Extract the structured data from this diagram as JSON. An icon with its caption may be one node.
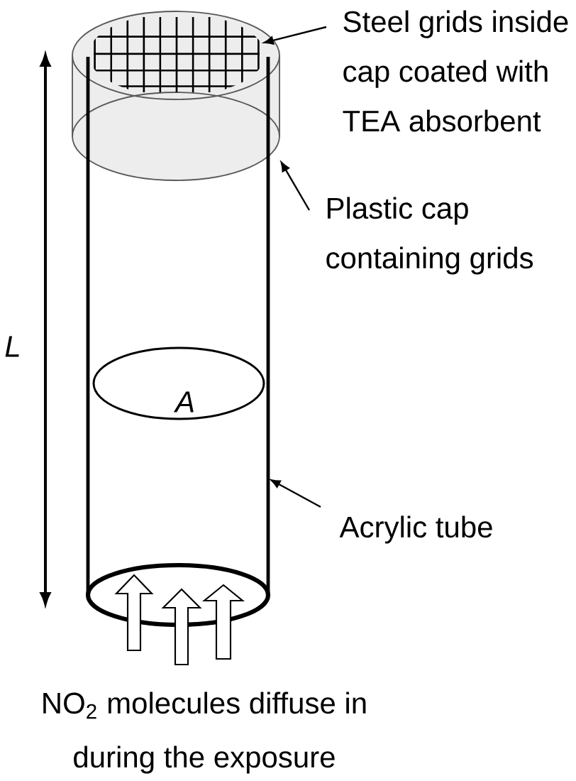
{
  "diagram": {
    "nodes": [
      {
        "text": [],
        "shape": "cylinder"
      },
      {
        "text": [],
        "shape": "grid",
        "in": 0
      },
      {
        "text": [
          "Steel grids inside cap coated with TEA absorbent"
        ]
      },
      {
        "text": [
          "Plastic cap containing grids"
        ]
      },
      {
        "text": [],
        "shape": "cylinder"
      },
      {
        "text": [
          "A"
        ],
        "in": 4
      },
      {
        "text": [
          "Acrylic tube"
        ]
      }
    ],
    "edges": [
      {
        "from": 2,
        "to": 1,
        "arrow": "to"
      },
      {
        "from": 3,
        "to": 0,
        "arrow": "to"
      },
      {
        "from": 6,
        "to": 4,
        "arrow": "to"
      }
    ],
    "labels": [
      "L",
      "NO$_{2}$ molecules diffuse in during the exposure"
    ]
  }
}
